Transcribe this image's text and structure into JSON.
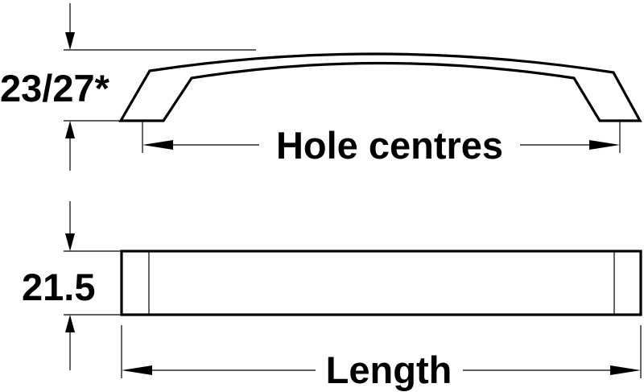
{
  "side_view": {
    "height_label": "23/27*",
    "span_label": "Hole centres"
  },
  "top_view": {
    "width_label": "21.5",
    "span_label": "Length"
  }
}
